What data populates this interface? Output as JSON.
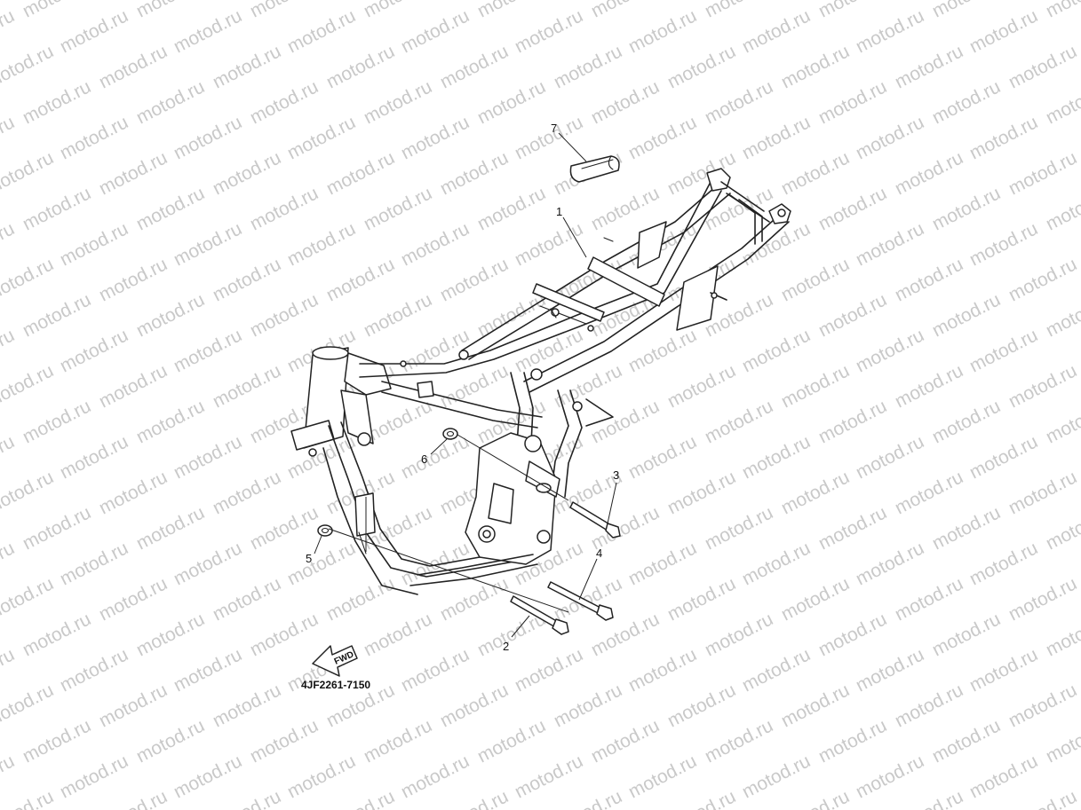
{
  "watermark": "motod.ru",
  "parts": [
    {
      "id": "part-1",
      "number": "1",
      "name": "frame"
    },
    {
      "id": "part-2",
      "number": "2",
      "name": "bolt-long"
    },
    {
      "id": "part-3",
      "number": "3",
      "name": "bolt-upper"
    },
    {
      "id": "part-4",
      "number": "4",
      "name": "bolt-lower"
    },
    {
      "id": "part-5",
      "number": "5",
      "name": "nut-left"
    },
    {
      "id": "part-6",
      "number": "6",
      "name": "nut-center"
    },
    {
      "id": "part-7",
      "number": "7",
      "name": "cover"
    }
  ],
  "fwd_label": "FWD",
  "diagram_code": "4JF2261-7150"
}
